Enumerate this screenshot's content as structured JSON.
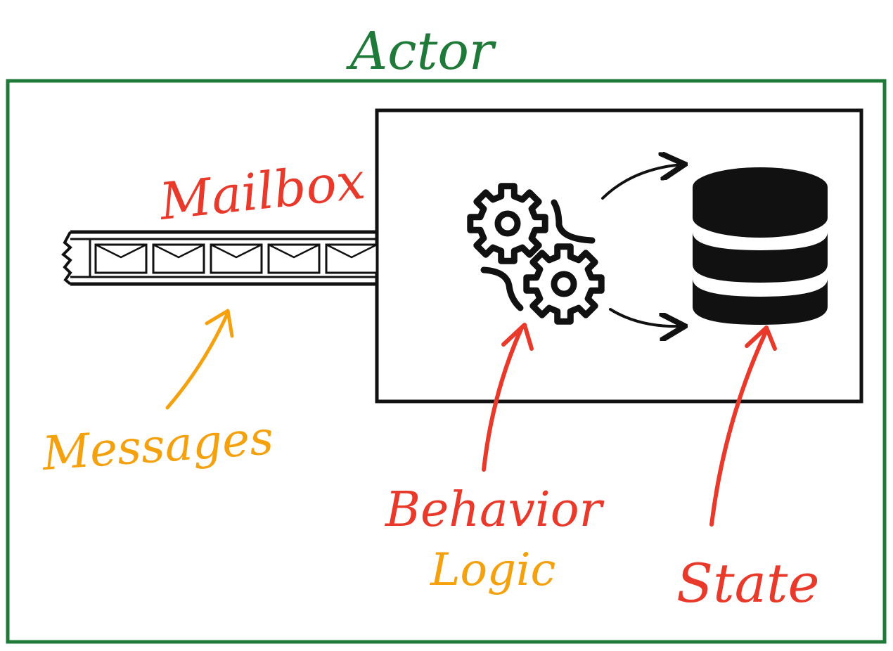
{
  "title": "Actor",
  "labels": {
    "mailbox": "Mailbox",
    "messages": "Messages",
    "behavior": "Behavior",
    "logic": "Logic",
    "state": "State"
  },
  "colors": {
    "actor_border": "#1f7a3a",
    "red_annotation": "#e8392b",
    "orange_annotation": "#f5a00d",
    "ink": "#111111"
  },
  "mailbox": {
    "message_count": 5
  }
}
